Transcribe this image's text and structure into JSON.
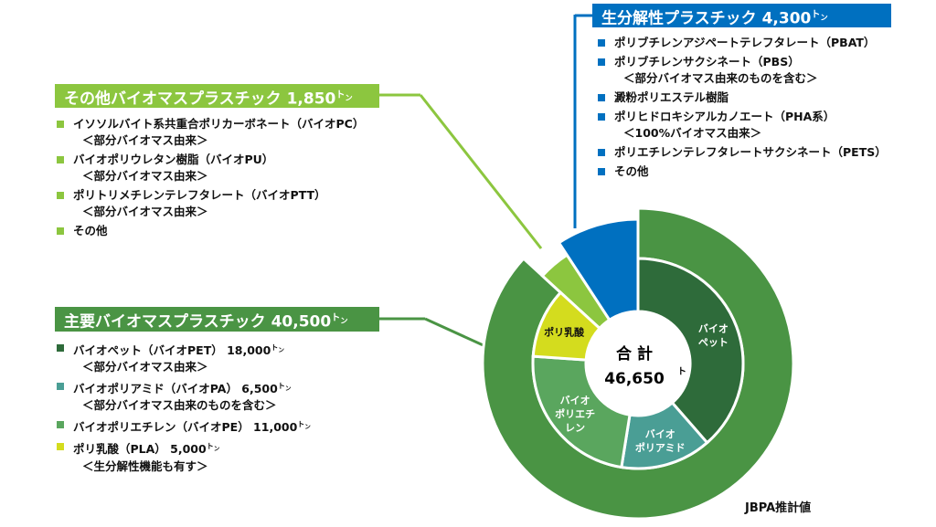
{
  "chart_data": {
    "type": "donut",
    "total_label": "合 計",
    "total_value": "46,650",
    "unit": "トン",
    "outer": [
      {
        "name": "主要バイオマスプラスチック",
        "value": 40500,
        "color": "#4a9444"
      },
      {
        "name": "その他バイオマスプラスチック",
        "value": 1850,
        "color": "#8cc63f"
      },
      {
        "name": "生分解性プラスチック",
        "value": 4300,
        "color": "#0070c0"
      }
    ],
    "inner": [
      {
        "name": "バイオペット",
        "label_lines": [
          "バイオ",
          "ペット"
        ],
        "value": 18000,
        "color": "#2e6b3a"
      },
      {
        "name": "バイオポリアミド",
        "label_lines": [
          "バイオ",
          "ポリアミド"
        ],
        "value": 6500,
        "color": "#4a9e95"
      },
      {
        "name": "バイオポリエチレン",
        "label_lines": [
          "バイオ",
          "ポリエチ",
          "レン"
        ],
        "value": 11000,
        "color": "#5aa65e"
      },
      {
        "name": "ポリ乳酸",
        "label_lines": [
          "ポリ乳酸"
        ],
        "value": 5000,
        "color": "#d4dc1e"
      }
    ],
    "source": "JBPA推計値"
  },
  "biodeg": {
    "title": "生分解性プラスチック 4,300",
    "unit": "ト",
    "items": [
      {
        "text": "ポリブチレンアジペートテレフタレート（PBAT）"
      },
      {
        "text": "ポリブチレンサクシネート（PBS）",
        "sub": "＜部分バイオマス由来のものを含む＞"
      },
      {
        "text": "澱粉ポリエステル樹脂"
      },
      {
        "text": "ポリヒドロキシアルカノエート（PHA系）",
        "sub": "＜100%バイオマス由来＞"
      },
      {
        "text": "ポリエチレンテレフタレートサクシネート（PETS）"
      },
      {
        "text": "その他"
      }
    ]
  },
  "other": {
    "title": "その他バイオマスプラスチック 1,850",
    "unit": "ト",
    "items": [
      {
        "text": "イソソルバイト系共重合ポリカーボネート（バイオPC）",
        "sub": "＜部分バイオマス由来＞"
      },
      {
        "text": "バイオポリウレタン樹脂（バイオPU）",
        "sub": "＜部分バイオマス由来＞"
      },
      {
        "text": "ポリトリメチレンテレフタレート（バイオPTT）",
        "sub": "＜部分バイオマス由来＞"
      },
      {
        "text": "その他"
      }
    ]
  },
  "main": {
    "title": "主要バイオマスプラスチック 40,500",
    "unit": "ト",
    "items": [
      {
        "text": "バイオペット（バイオPET） 18,000",
        "sub": "＜部分バイオマス由来＞"
      },
      {
        "text": "バイオポリアミド（バイオPA） 6,500",
        "sub": "＜部分バイオマス由来のものを含む＞"
      },
      {
        "text": "バイオポリエチレン（バイオPE） 11,000"
      },
      {
        "text": "ポリ乳酸（PLA） 5,000",
        "sub": "＜生分解性機能も有す＞"
      }
    ]
  },
  "colors": {
    "blue": "#0070c0",
    "light_green": "#8cc63f",
    "main_green": "#4a9444"
  }
}
